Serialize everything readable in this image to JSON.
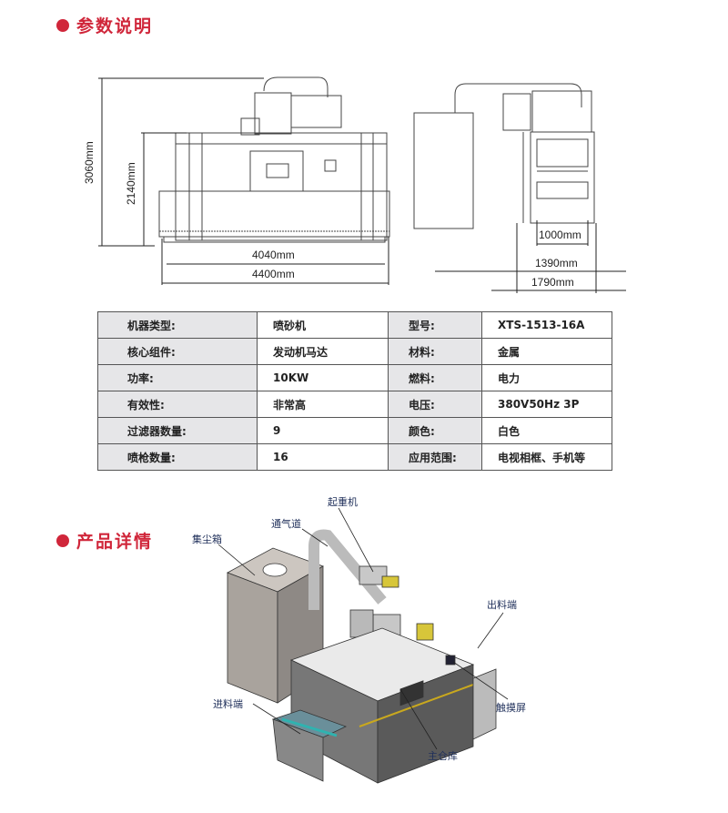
{
  "section1": {
    "title": "参数说明"
  },
  "drawing": {
    "front": {
      "height_total": "3060mm",
      "height_body": "2140mm",
      "width_inner": "4040mm",
      "width_total": "4400mm"
    },
    "side": {
      "width_inner": "1000mm",
      "width_mid": "1390mm",
      "width_total": "1790mm"
    }
  },
  "spec_table": {
    "rows": [
      {
        "k1": "机器类型:",
        "v1": "喷砂机",
        "k2": "型号:",
        "v2": "XTS-1513-16A"
      },
      {
        "k1": "核心组件:",
        "v1": "发动机马达",
        "k2": "材料:",
        "v2": "金属"
      },
      {
        "k1": "功率:",
        "v1": "10KW",
        "k2": "燃料:",
        "v2": "电力"
      },
      {
        "k1": "有效性:",
        "v1": "非常高",
        "k2": "电压:",
        "v2": "380V50Hz 3P"
      },
      {
        "k1": "过滤器数量:",
        "v1": "9",
        "k2": "颜色:",
        "v2": "白色"
      },
      {
        "k1": "喷枪数量:",
        "v1": "16",
        "k2": "应用范围:",
        "v2": "电视相框、手机等"
      }
    ]
  },
  "section2": {
    "title": "产品详情"
  },
  "product": {
    "callouts": {
      "crane": "起重机",
      "air_duct": "通气道",
      "dust_box": "集尘箱",
      "outlet": "出料端",
      "inlet": "进料端",
      "touchscreen": "触摸屏",
      "main_chamber": "主仓库"
    }
  },
  "colors": {
    "accent": "#d0263a",
    "table_key_bg": "#e6e6e8",
    "callout_text": "#1f2f5a"
  }
}
